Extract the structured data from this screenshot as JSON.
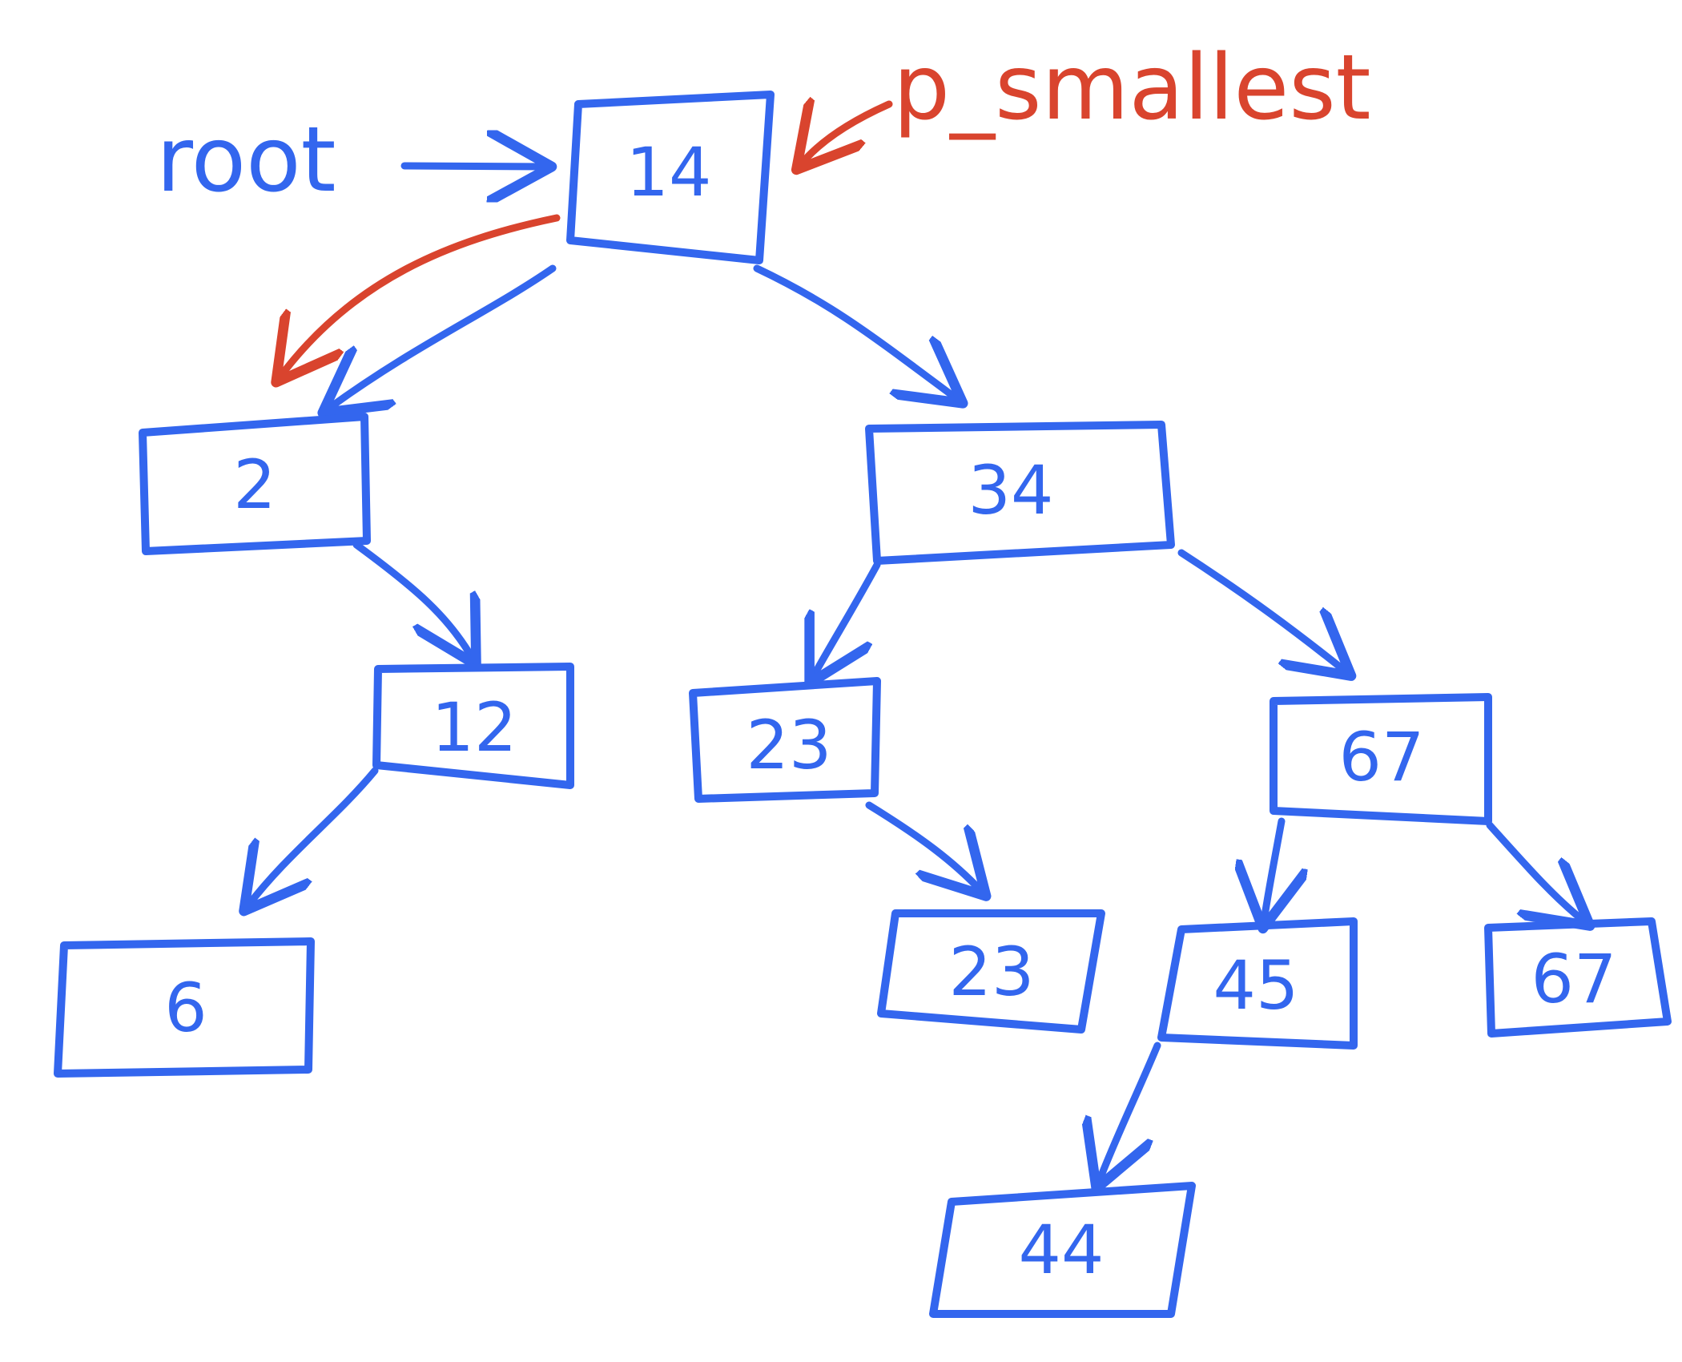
{
  "colors": {
    "node_stroke": "#3366EE",
    "node_text": "#3366EE",
    "pointer_red": "#D9442E"
  },
  "labels": {
    "root": "root",
    "p_smallest": "p_smallest"
  },
  "nodes": [
    {
      "id": "n14",
      "value": "14"
    },
    {
      "id": "n2",
      "value": "2"
    },
    {
      "id": "n34",
      "value": "34"
    },
    {
      "id": "n12",
      "value": "12"
    },
    {
      "id": "n23a",
      "value": "23"
    },
    {
      "id": "n67a",
      "value": "67"
    },
    {
      "id": "n6",
      "value": "6"
    },
    {
      "id": "n23b",
      "value": "23"
    },
    {
      "id": "n45",
      "value": "45"
    },
    {
      "id": "n67b",
      "value": "67"
    },
    {
      "id": "n44",
      "value": "44"
    }
  ],
  "edges": [
    {
      "from": "n14",
      "to": "n2"
    },
    {
      "from": "n14",
      "to": "n34"
    },
    {
      "from": "n2",
      "to": "n12"
    },
    {
      "from": "n12",
      "to": "n6"
    },
    {
      "from": "n34",
      "to": "n23a"
    },
    {
      "from": "n34",
      "to": "n67a"
    },
    {
      "from": "n23a",
      "to": "n23b"
    },
    {
      "from": "n67a",
      "to": "n45"
    },
    {
      "from": "n67a",
      "to": "n67b"
    },
    {
      "from": "n45",
      "to": "n44"
    }
  ],
  "pointers": [
    {
      "label": "root",
      "target": "n14",
      "color": "node"
    },
    {
      "label": "p_smallest",
      "target": "n14",
      "color": "red"
    },
    {
      "label": "",
      "from": "n14",
      "target": "n2",
      "color": "red"
    }
  ]
}
